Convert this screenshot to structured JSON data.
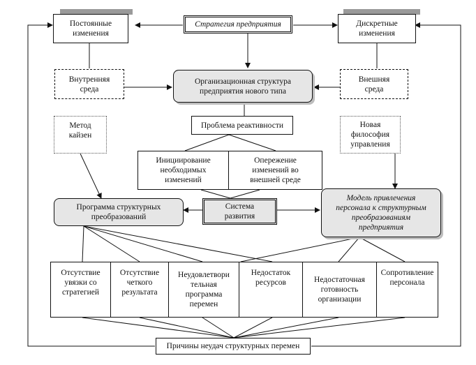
{
  "nodes": {
    "strategy": "Стратегия предприятия",
    "permanent_changes": "Постоянные\nизменения",
    "discrete_changes": "Дискретные\nизменения",
    "internal_env": "Внутренняя\nсреда",
    "external_env": "Внешняя\nсреда",
    "org_structure": "Организационная структура\nпредприятия нового типа",
    "reactivity_problem": "Проблема реактивности",
    "kaizen": "Метод\nкайзен",
    "new_philosophy": "Новая\nфилософия\nуправления",
    "initiating_changes": "Инициирование\nнеобходимых\nизменений",
    "anticipating_changes": "Опережение\nизменений во\nвнешней среде",
    "restructuring_program": "Программа структурных\nпреобразований",
    "development_system": "Система\nразвития",
    "staff_model": "Модель привлечения\nперсонала к структурным\nпреобразованиям\nпредприятия",
    "reason_strategy": "Отсутствие\nувязки со\nстратегией",
    "reason_result": "Отсутствие\nчеткого\nрезультата",
    "reason_program": "Неудовлетвори\nтельная\nпрограмма\nперемен",
    "reason_resources": "Недостаток\nресурсов",
    "reason_readiness": "Недостаточная\nготовность\nорганизации",
    "reason_resistance": "Сопротивление\nперсонала",
    "failure_causes": "Причины неудач структурных перемен"
  }
}
